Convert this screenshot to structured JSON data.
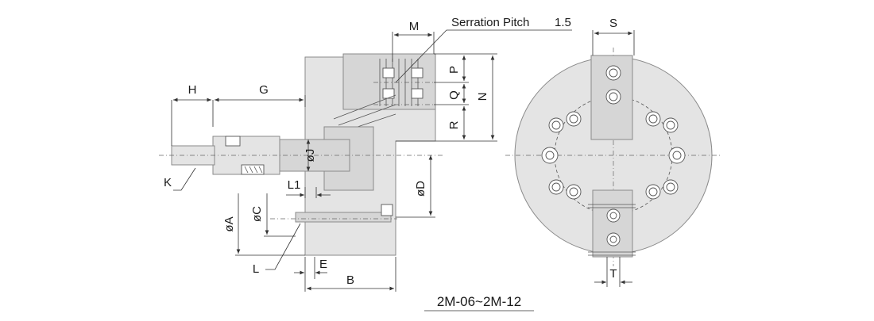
{
  "figure": {
    "caption": "2M-06~2M-12",
    "serration_label": "Serration Pitch",
    "serration_value": "1.5"
  },
  "dimensions": {
    "H": "H",
    "G": "G",
    "K": "K",
    "J": "øJ",
    "L1": "L1",
    "A": "øA",
    "C": "øC",
    "L": "L",
    "E": "E",
    "B": "B",
    "D": "øD",
    "M": "M",
    "P": "P",
    "Q": "Q",
    "R": "R",
    "N": "N",
    "S": "S",
    "T": "T"
  },
  "colors": {
    "body": "#e4e4e4",
    "outline": "#8a8a8a",
    "dimension": "#333333"
  }
}
